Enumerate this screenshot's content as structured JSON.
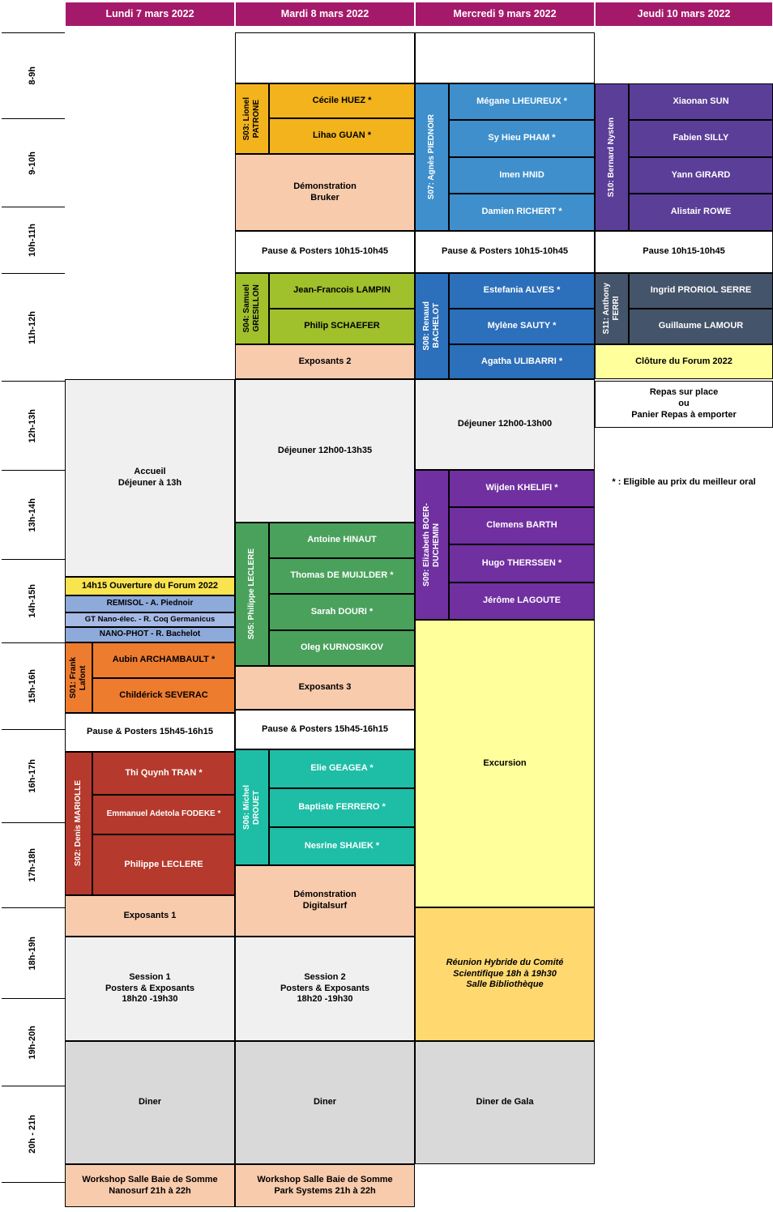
{
  "header": {
    "days": [
      "Lundi 7 mars 2022",
      "Mardi 8 mars 2022",
      "Mercredi 9 mars 2022",
      "Jeudi 10 mars 2022"
    ]
  },
  "times": [
    "8-9h",
    "9-10h",
    "10h-11h",
    "11h-12h",
    "12h-13h",
    "13h-14h",
    "14h-15h",
    "15h-16h",
    "16h-17h",
    "17h-18h",
    "18h-19h",
    "19h-20h",
    "20h - 21h"
  ],
  "monday": {
    "accueil": "Accueil\nDéjeuner à 13h",
    "ouverture": "14h15 Ouverture du Forum 2022",
    "remisol": "REMISOL - A. Piednoir",
    "gt_nano": "GT Nano-élec. - R. Coq Germanicus",
    "nano_phot": "NANO-PHOT - R. Bachelot",
    "s01_label": "S01: Frank\nLafont",
    "s01_talks": [
      "Aubin ARCHAMBAULT *",
      "Childérick SEVERAC"
    ],
    "pause_pm": "Pause & Posters 15h45-16h15",
    "s02_label": "S02: Denis MARIOLLE",
    "s02_talks": [
      "Thi Quynh TRAN *",
      "Emmanuel Adetola FODEKE *",
      "Philippe LECLERE"
    ],
    "exposants1": "Exposants 1",
    "session1": "Session 1\nPosters & Exposants\n18h20 -19h30",
    "diner": "Diner",
    "workshop": "Workshop Salle Baie de Somme\nNanosurf 21h à 22h"
  },
  "tuesday": {
    "s03_label": "S03: Lionel\nPATRONE",
    "s03_talks": [
      "Cécile HUEZ *",
      "Lihao GUAN *"
    ],
    "demo_bruker": "Démonstration\nBruker",
    "pause_am": "Pause & Posters 10h15-10h45",
    "s04_label": "S04: Samuel\nGRESILLON",
    "s04_talks": [
      "Jean-Francois LAMPIN",
      "Philip SCHAEFER"
    ],
    "exposants2": "Exposants 2",
    "dejeuner": "Déjeuner 12h00-13h35",
    "s05_label": "S05: Philippe LECLERE",
    "s05_talks": [
      "Antoine HINAUT",
      "Thomas DE MUIJLDER *",
      "Sarah DOURI *",
      "Oleg KURNOSIKOV"
    ],
    "exposants3": "Exposants 3",
    "pause_pm": "Pause & Posters 15h45-16h15",
    "s06_label": "S06: Michel\nDROUET",
    "s06_talks": [
      "Elie GEAGEA *",
      "Baptiste FERRERO *",
      "Nesrine SHAIEK *"
    ],
    "demo_digitalsurf": "Démonstration\nDigitalsurf",
    "session2": "Session 2\nPosters & Exposants\n18h20 -19h30",
    "diner": "Diner",
    "workshop": "Workshop Salle Baie de Somme\nPark Systems 21h à 22h"
  },
  "wednesday": {
    "s07_label": "S07: Agnès PIEDNOIR",
    "s07_talks": [
      "Mégane LHEUREUX *",
      "Sy Hieu PHAM *",
      "Imen HNID",
      "Damien RICHERT *"
    ],
    "pause_am": "Pause & Posters 10h15-10h45",
    "s08_label": "S08: Renaud\nBACHELOT",
    "s08_talks": [
      "Estefania ALVES *",
      "Mylène SAUTY *",
      "Agatha ULIBARRI *"
    ],
    "dejeuner": "Déjeuner 12h00-13h00",
    "s09_label": "S09: Elizabeth BOER-\nDUCHEMIN",
    "s09_talks": [
      "Wijden KHELIFI *",
      "Clemens BARTH",
      "Hugo THERSSEN *",
      "Jérôme LAGOUTE"
    ],
    "excursion": "Excursion",
    "reunion": "Réunion Hybride du Comité\nScientifique 18h à 19h30\nSalle Bibliothèque",
    "diner_gala": "Diner de Gala"
  },
  "thursday": {
    "s10_label": "S10: Bernard Nysten",
    "s10_talks": [
      "Xiaonan SUN",
      "Fabien SILLY",
      "Yann GIRARD",
      "Alistair ROWE"
    ],
    "pause_am": "Pause 10h15-10h45",
    "s11_label": "S11: Anthony\nFERRI",
    "s11_talks": [
      "Ingrid PRORIOL SERRE",
      "Guillaume LAMOUR"
    ],
    "cloture": "Clôture du Forum 2022",
    "repas": "Repas sur place\nou\nPanier Repas à emporter",
    "eligible_note": "* : Eligible au prix du meilleur oral"
  },
  "colors": {
    "header_bg": "#A5196B",
    "s01_orange": "#EE7C2F",
    "s02_red": "#B5392C",
    "s03_gold": "#F2B31C",
    "s04_yellow_green": "#A0C02C",
    "s05_green": "#4AA15C",
    "s06_teal": "#1EBDA6",
    "s07_blue": "#3E8FCC",
    "s08_dark_blue": "#2C6FBA",
    "s09_purple": "#7030A0",
    "s10_dark_purple": "#5B3E98",
    "s11_slate": "#44546A",
    "exhibitor_peach": "#F8CBAD",
    "excursion_yellow": "#FFFF9C",
    "reunion_amber": "#FFD970",
    "opening_yellow": "#F8E44F",
    "network_light_blue": "#8EAADB",
    "lunch_gray": "#F0F0F0",
    "dinner_gray": "#D9D9D9"
  }
}
